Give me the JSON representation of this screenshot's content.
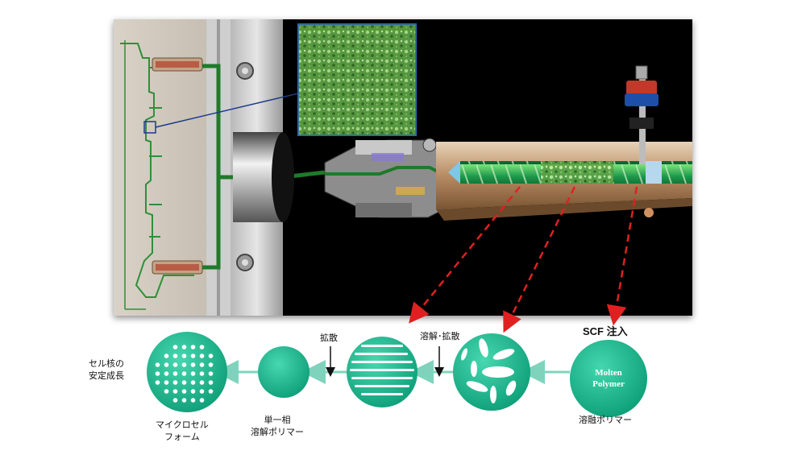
{
  "process_labels": {
    "scf_injection": "SCF 注入",
    "dissolve_diffuse": "溶解･拡散",
    "diffuse": "拡散",
    "cell_nucleus_line1": "セル核の",
    "cell_nucleus_line2": "安定成長",
    "microcell_line1": "マイクロセル",
    "microcell_line2": "フォーム",
    "single_phase_line1": "単一相",
    "single_phase_line2": "溶解ポリマー",
    "molten_polymer_jp": "溶融ポリマー",
    "molten_polymer_line1": "Molten",
    "molten_polymer_line2": "Polymer"
  },
  "colors": {
    "circle_green": "#15a982",
    "arrow_red": "#e02020",
    "flow_arrow": "#7fd3bd",
    "runner_green": "#1f7a2a"
  }
}
